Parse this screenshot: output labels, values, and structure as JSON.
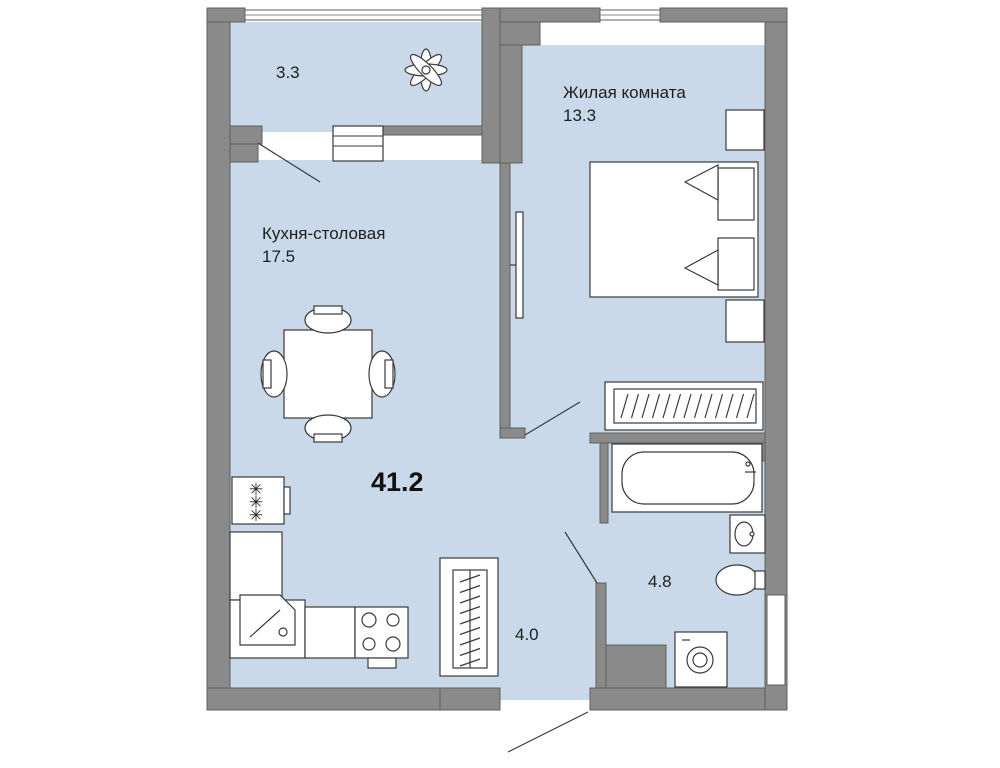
{
  "plan": {
    "total_area": "41.2",
    "rooms": {
      "balcony": {
        "area": "3.3"
      },
      "living": {
        "name": "Жилая комната",
        "area": "13.3"
      },
      "kitchen": {
        "name": "Кухня-столовая",
        "area": "17.5"
      },
      "bathroom": {
        "area": "4.8"
      },
      "hallway": {
        "area": "4.0"
      }
    },
    "icons": {
      "stove_burners": "✳",
      "plant": "plant-icon",
      "table": "dining-table-icon"
    }
  },
  "colors": {
    "floor": "#c9d9ea",
    "wall": "#8a8a8a",
    "wall_edge": "#5f5f5f",
    "furniture": "#ffffff",
    "furniture_stroke": "#3a3a3a",
    "text": "#1e1e1e"
  }
}
